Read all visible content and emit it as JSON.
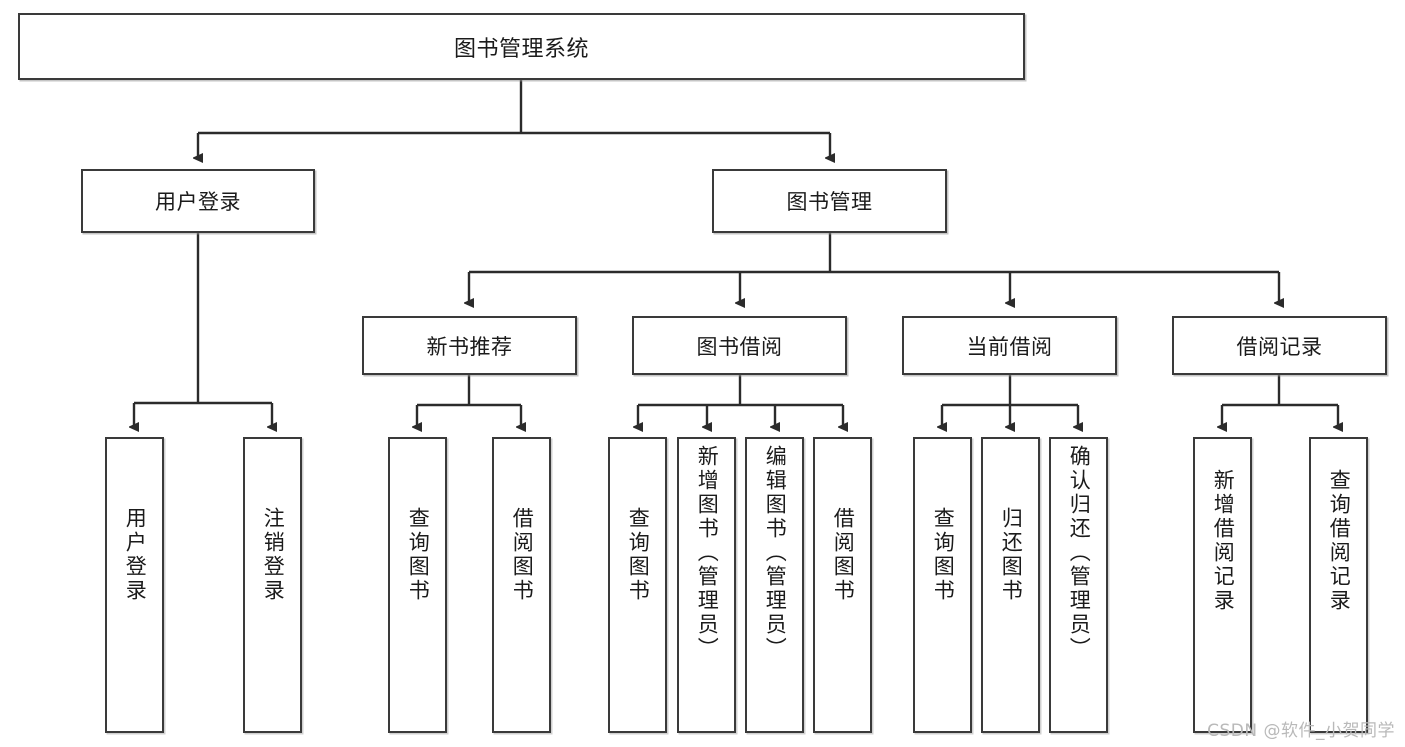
{
  "diagram": {
    "title_node": {
      "label": "图书管理系统"
    },
    "level1": [
      {
        "label": "用户登录"
      },
      {
        "label": "图书管理"
      }
    ],
    "level2": [
      {
        "label": "新书推荐"
      },
      {
        "label": "图书借阅"
      },
      {
        "label": "当前借阅"
      },
      {
        "label": "借阅记录"
      }
    ],
    "leaves": {
      "user_login": [
        {
          "label": "用户登录"
        },
        {
          "label": "注销登录"
        }
      ],
      "new_book_recommend": [
        {
          "label": "查询图书"
        },
        {
          "label": "借阅图书"
        }
      ],
      "book_borrow": [
        {
          "label": "查询图书"
        },
        {
          "label": "新增图书（管理员）"
        },
        {
          "label": "编辑图书（管理员）"
        },
        {
          "label": "借阅图书"
        }
      ],
      "current_borrow": [
        {
          "label": "查询图书"
        },
        {
          "label": "归还图书"
        },
        {
          "label": "确认归还（管理员）"
        }
      ],
      "borrow_record": [
        {
          "label": "新增借阅记录"
        },
        {
          "label": "查询借阅记录"
        }
      ]
    }
  },
  "watermark": {
    "text": "CSDN @软件_小贺同学"
  },
  "colors": {
    "node_border": "#3a3a3a",
    "node_fill": "#ffffff",
    "edge": "#2b2b2b",
    "text": "#1b1b1b",
    "watermark": "#b9b9b9"
  }
}
